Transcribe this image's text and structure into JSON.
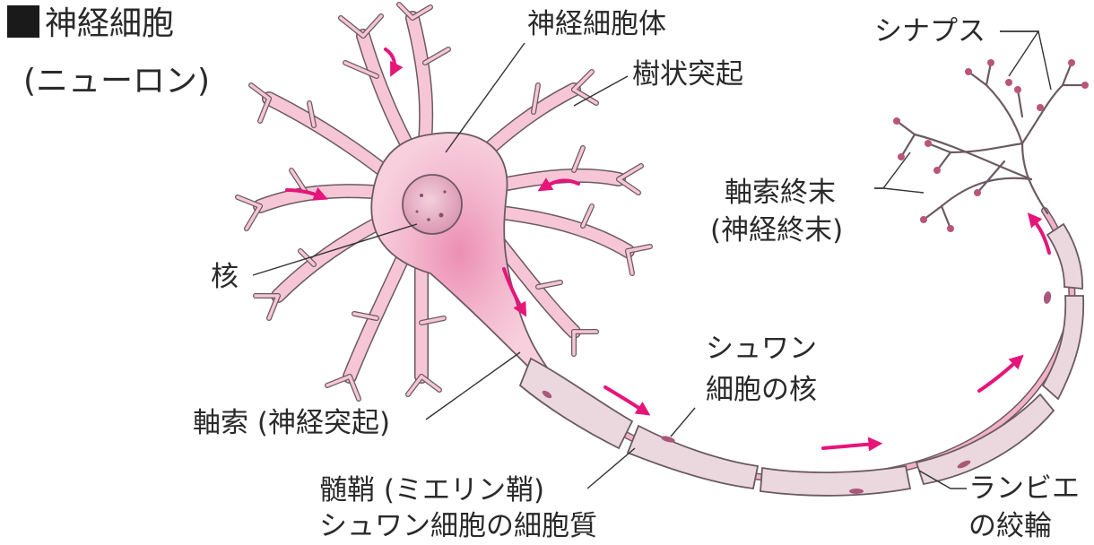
{
  "title": "神経細胞",
  "subtitle": "(ニューロン)",
  "labels": {
    "cell_body": "神経細胞体",
    "dendrite": "樹状突起",
    "synapse": "シナプス",
    "axon_terminal_1": "軸索終末",
    "axon_terminal_2": "(神経終末)",
    "nucleus": "核",
    "schwann_nucleus_1": "シュワン",
    "schwann_nucleus_2": "細胞の核",
    "axon": "軸索 (神経突起)",
    "myelin_1": "髄鞘 (ミエリン鞘)",
    "myelin_2": "シュワン細胞の細胞質",
    "node_1": "ランビエ",
    "node_2": "の絞輪"
  },
  "colors": {
    "cell_fill": "#f6c6d6",
    "cell_center": "#ee9fbc",
    "cell_stroke": "#6b5a62",
    "arrow": "#e6157a",
    "sheath_fill": "#ead8de",
    "sheath_stroke": "#6b5a62",
    "terminal_bulb": "#b9557a",
    "leader_line": "#333333"
  }
}
